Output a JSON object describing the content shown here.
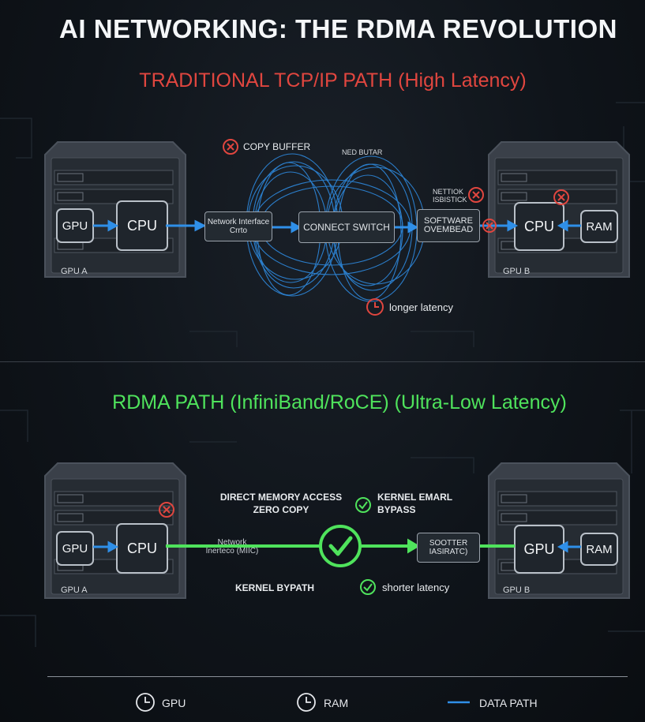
{
  "title": "AI NETWORKING: THE RDMA REVOLUTION",
  "traditional": {
    "heading": "TRADITIONAL TCP/IP PATH (High Latency)",
    "server_a": {
      "gpu": "GPU",
      "cpu": "CPU",
      "label": "GPU A"
    },
    "server_b": {
      "cpu": "CPU",
      "ram": "RAM",
      "label": "GPU B"
    },
    "nic": "Network Interface Crrto",
    "switch": "CONNECT SWITCH",
    "software": "SOFTWARE OVEMBEAD",
    "copy_buffer": "COPY BUFFER",
    "ned_butar": "NED BUTAR",
    "nettiok": "NETTIOK ISBISTICK",
    "longer_latency": "longer latency"
  },
  "rdma": {
    "heading": "RDMA PATH (InfiniBand/RoCE) (Ultra-Low Latency)",
    "server_a": {
      "gpu": "GPU",
      "cpu": "CPU",
      "label": "GPU A"
    },
    "server_b": {
      "gpu": "GPU",
      "ram": "RAM",
      "label": "GPU B"
    },
    "nic": "Network Inerteco (MIIC)",
    "sootter": "SOOTTER IASIRATC)",
    "dma": "DIRECT MEMORY ACCESS",
    "zero_copy": "ZERO COPY",
    "kernel_emarl": "KERNEL EMARL",
    "bypass": "BYPASS",
    "kernel_bypath": "KERNEL BYPATH",
    "shorter_latency": "shorter latency"
  },
  "legend": {
    "gpu": "GPU",
    "ram": "RAM",
    "data_path": "DATA PATH"
  },
  "colors": {
    "red": "#e0463f",
    "green": "#4fe35c",
    "blue": "#2f8fe8",
    "background": "#0d1116"
  }
}
